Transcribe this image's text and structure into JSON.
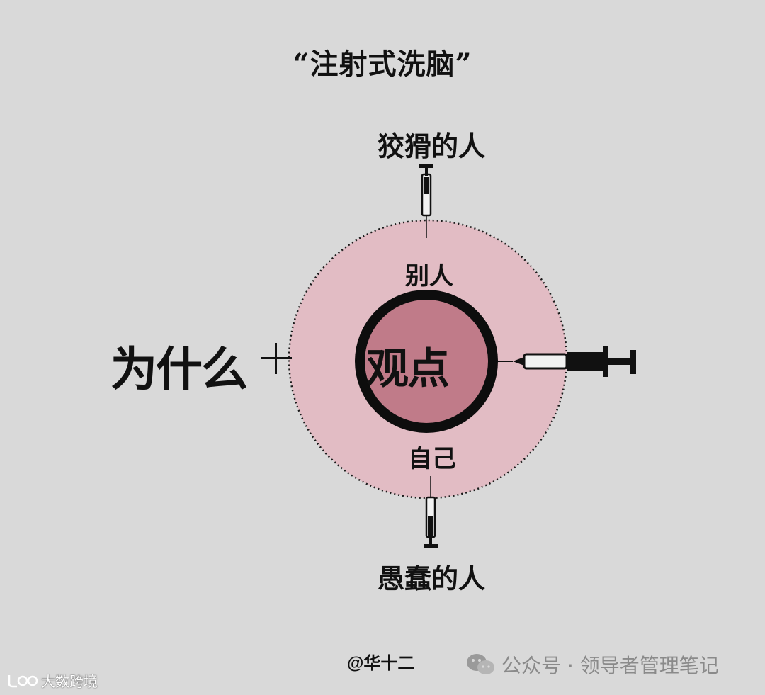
{
  "title": "“注射式洗脑”",
  "labels": {
    "top_outer": "狡猾的人",
    "bottom_outer": "愚蠢的人",
    "inner_top": "别人",
    "inner_bottom": "自己",
    "center": "观点",
    "left": "为什么",
    "plus": "+"
  },
  "credit": "@华十二",
  "watermark_right": "公众号 · 领导者管理笔记",
  "watermark_left": "大数跨境",
  "icons": [
    "syringe-icon",
    "wechat-icon",
    "logo-icon"
  ],
  "colors": {
    "background": "#d9d9d9",
    "outer_circle": "#e2bcc4",
    "inner_circle": "#c07b89",
    "ink": "#111111"
  }
}
